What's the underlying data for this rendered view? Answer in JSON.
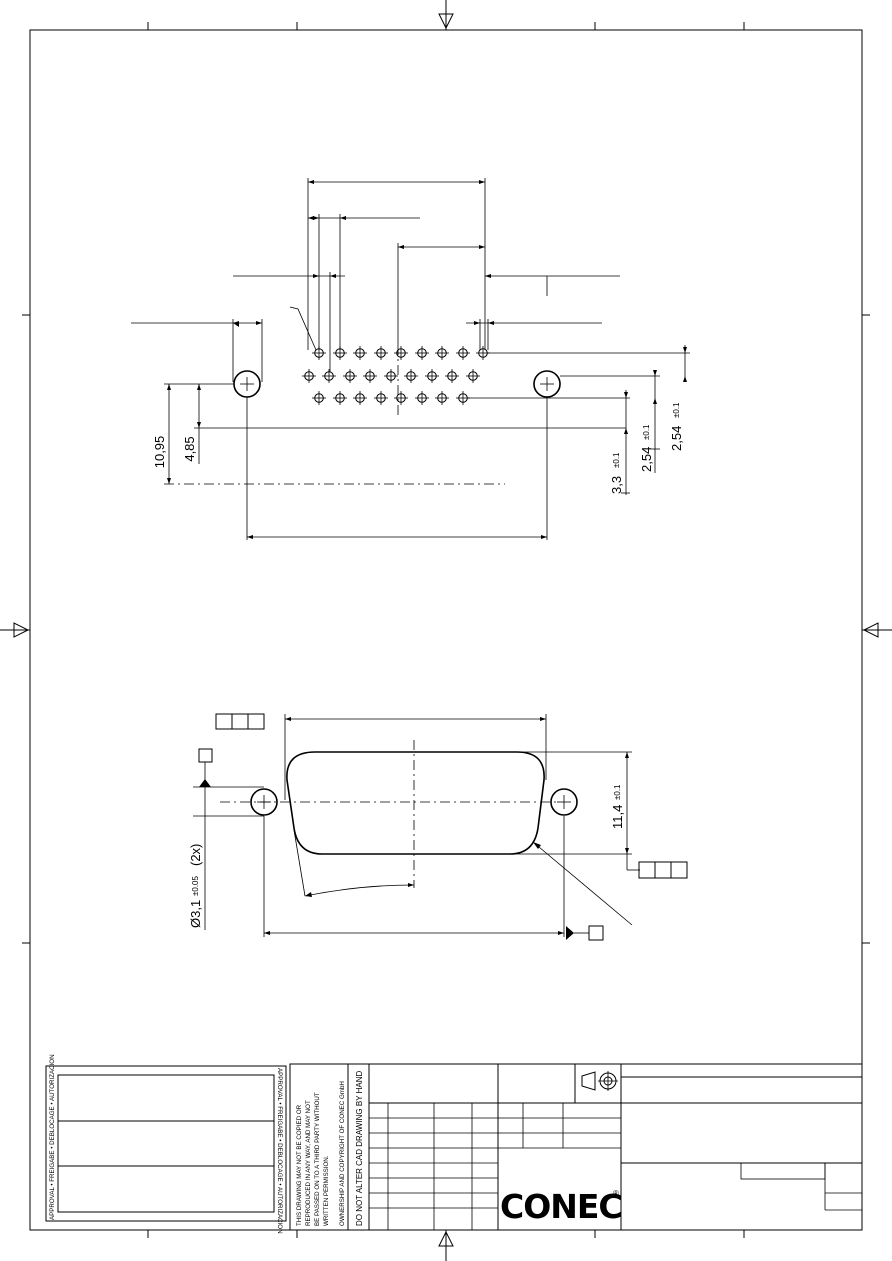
{
  "dimensions": {
    "d_10_95": "10,95",
    "d_4_85": "4,85",
    "d_3_3": "3,3",
    "d_3_3_tol": "±0.1",
    "d_2_54_a": "2,54",
    "d_2_54_a_tol": "±0.1",
    "d_2_54_b": "2,54",
    "d_2_54_b_tol": "±0.1",
    "d_11_4": "11,4",
    "d_11_4_tol": "±0.1",
    "d_hole": "Ø3,1",
    "d_hole_tol": "±0.05",
    "d_hole_qty": "(2x)"
  },
  "title_block": {
    "approval_label": "APPROVAL • FREIGABE • DEBLOCAGE • AUTORIZACION",
    "notice_line1": "THIS DRAWING MAY NOT BE COPIED OR",
    "notice_line2": "REPRODUCED IN ANY WAY, AND MAY NOT",
    "notice_line3": "BE PASSED ON TO A THIRD PARTY WITHOUT",
    "notice_line4": "WRITTEN PERMISSION.",
    "copyright": "OWNERSHIP AND COPYRIGHT OF CONEC GmbH",
    "warning": "DO NOT ALTER CAD DRAWING BY HAND",
    "logo": "CONEC",
    "registered": "®"
  }
}
